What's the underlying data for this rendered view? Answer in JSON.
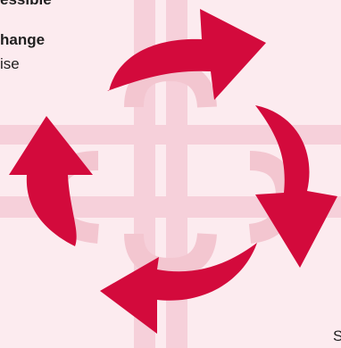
{
  "text": {
    "line1": "essible",
    "line2": "hange",
    "line3": "ise",
    "corner_letter": "S"
  },
  "colors": {
    "background": "#fcebef",
    "road": "#f6d0da",
    "road_dark": "#f3c6d0",
    "arrow": "#d30a3c"
  },
  "icons": {
    "illustration": "circular-arrows-roundabout"
  }
}
